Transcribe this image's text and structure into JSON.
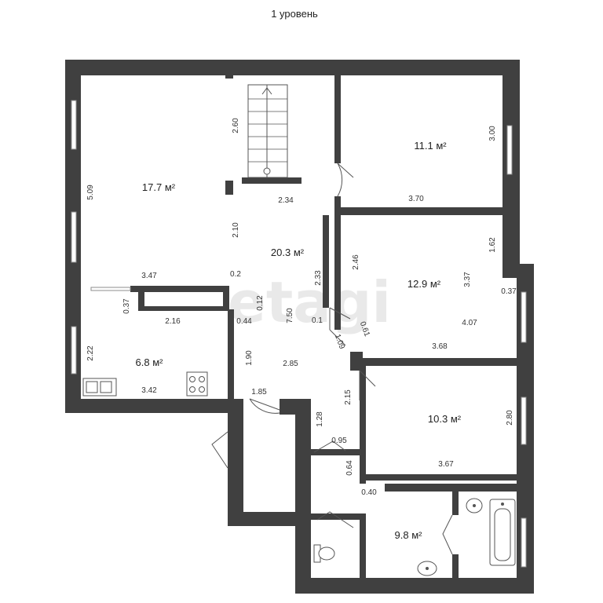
{
  "title": "1 уровень",
  "watermark": "etagi",
  "colors": {
    "wall": "#404040",
    "window": "#ffffff",
    "background": "#ffffff"
  },
  "rooms": {
    "living_a": "17.7 м²",
    "hall": "20.3 м²",
    "bedroom_a": "11.1 м²",
    "bedroom_b": "12.9 м²",
    "kitchen": "6.8 м²",
    "bedroom_c": "10.3 м²",
    "bathroom": "9.8 м²"
  },
  "dimensions": {
    "d_260": "2.60",
    "d_509": "5.09",
    "d_234": "2.34",
    "d_210": "2.10",
    "d_347": "3.47",
    "d_02": "0.2",
    "d_300": "3.00",
    "d_370": "3.70",
    "d_162": "1.62",
    "d_246": "2.46",
    "d_337": "3.37",
    "d_233": "2.33",
    "d_037r": "0.37",
    "d_407": "4.07",
    "d_368": "3.68",
    "d_037l": "0.37",
    "d_216": "2.16",
    "d_012": "0.12",
    "d_044": "0.44",
    "d_750": "7.50",
    "d_01": "0.1",
    "d_061": "0.61",
    "d_109": "1.09",
    "d_222": "2.22",
    "d_190": "1.90",
    "d_285": "2.85",
    "d_342": "3.42",
    "d_185": "1.85",
    "d_215": "2.15",
    "d_280": "2.80",
    "d_128": "1.28",
    "d_095": "0.95",
    "d_064": "0.64",
    "d_367": "3.67",
    "d_040": "0.40"
  }
}
